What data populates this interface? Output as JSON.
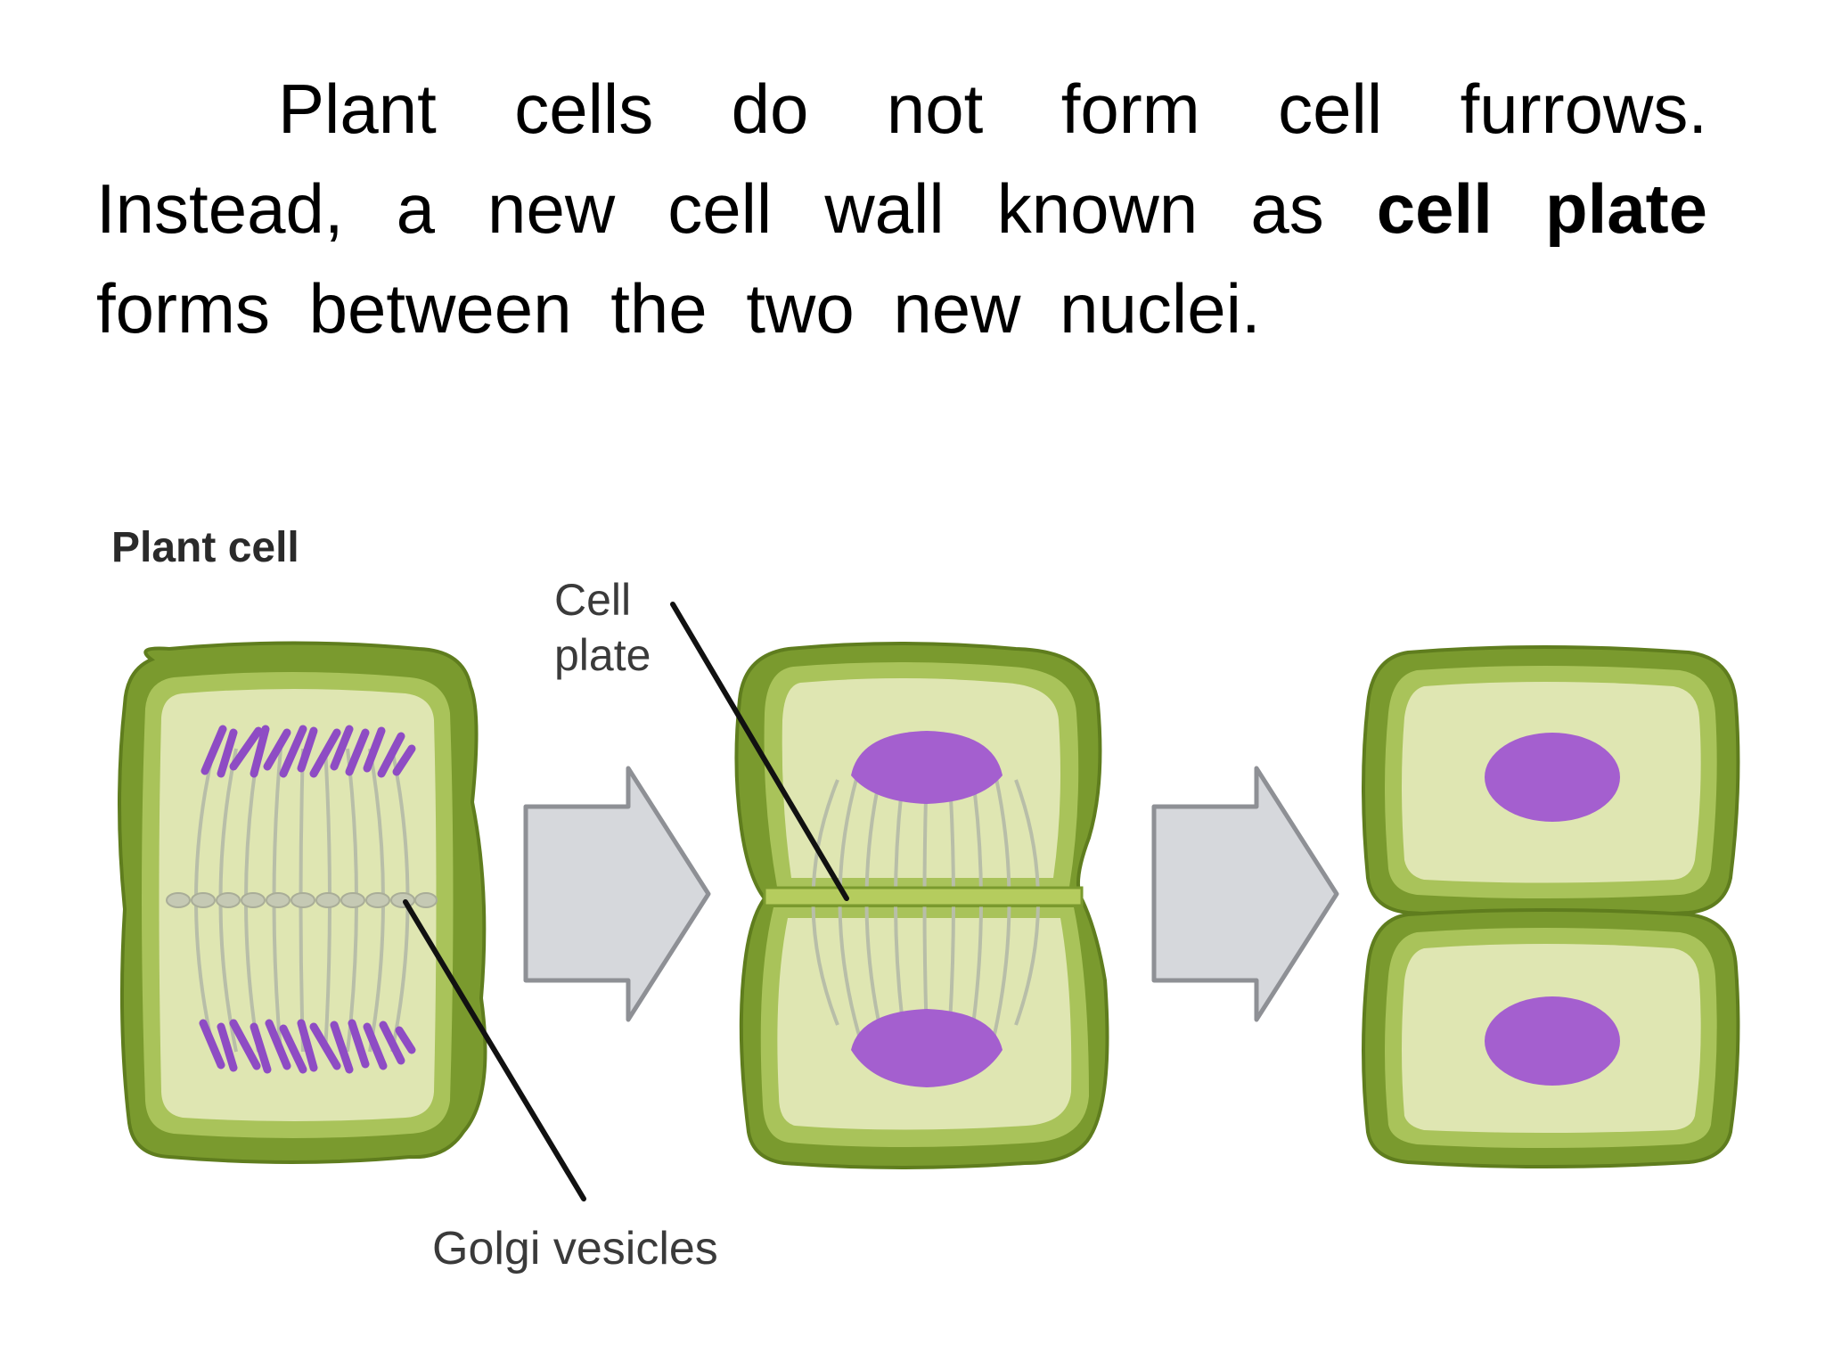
{
  "text": {
    "part1": "Plant cells do not form cell furrows. Instead, a new cell wall known as ",
    "bold": "cell plate",
    "part2": " forms between the two new nuclei."
  },
  "diagram": {
    "title": "Plant cell",
    "label_cell_plate_line1": "Cell",
    "label_cell_plate_line2": "plate",
    "label_golgi": "Golgi vesicles",
    "colors": {
      "cell_wall": "#7a9a2e",
      "cell_wall_dark": "#5f7d1e",
      "membrane": "#a9c35a",
      "cytoplasm": "#dfe6b2",
      "nucleus": "#a45fcf",
      "chromosome": "#8e4cc4",
      "spindle": "#b8bea8",
      "arrow_fill": "#d6d8dc",
      "arrow_stroke": "#8e9095",
      "pointer": "#111111"
    }
  }
}
